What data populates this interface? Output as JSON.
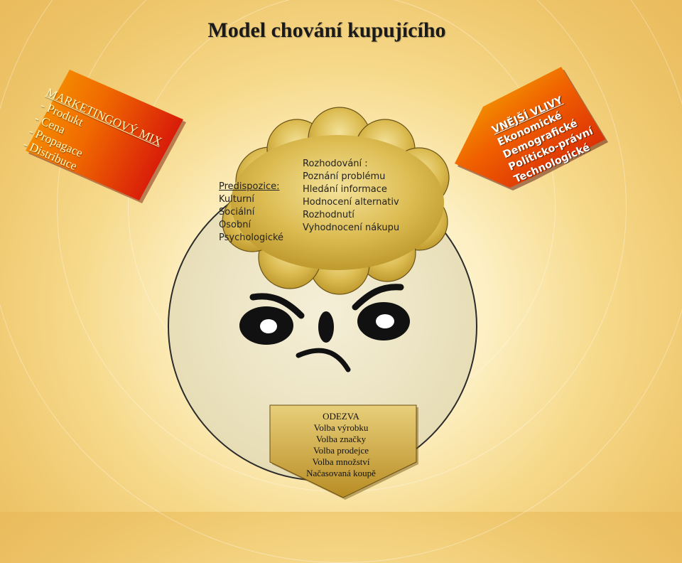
{
  "title": "Model  chování  kupujícího",
  "marketing_mix": {
    "heading": "MARKETINGOVÝ MIX",
    "items": [
      "- Produkt",
      "- Cena",
      "- Propagace",
      "- Distribuce"
    ]
  },
  "external_influences": {
    "heading": "VNĚJŠÍ  VLIVY",
    "items": [
      "Ekonomické",
      "Demografické",
      "Politicko-právní",
      "Technologické"
    ]
  },
  "predispositions": {
    "heading": "Predispozice:",
    "items": [
      "Kulturní",
      "Sociální",
      "Osobní",
      "Psychologické"
    ]
  },
  "decision": {
    "heading": "Rozhodování :",
    "items": [
      "Poznání problému",
      "Hledání informace",
      "Hodnocení alternativ",
      "Rozhodnutí",
      "Vyhodnocení nákupu"
    ]
  },
  "response": {
    "heading": "ODEZVA",
    "items": [
      "Volba výrobku",
      "Volba značky",
      "Volba prodejce",
      "Volba množství",
      "Načasovaná koupě"
    ]
  },
  "colors": {
    "head_fill": "#efe6c2",
    "cloud_fill": "#d8b43e",
    "banner_red": "#e8250f",
    "banner_yellow": "#f4b400",
    "response_fill": "#c9a23a"
  },
  "icons": [
    "angry-face-eyes",
    "angry-face-nose",
    "angry-face-mouth"
  ]
}
